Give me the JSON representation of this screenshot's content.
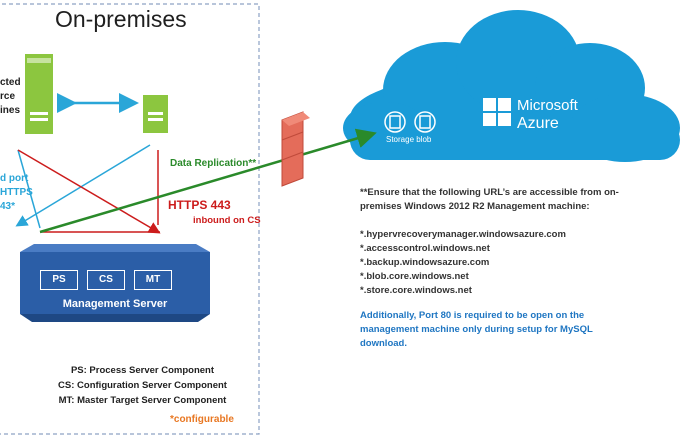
{
  "title": "On-premises",
  "source_label": [
    "cted",
    "rce",
    "ines"
  ],
  "port_label": [
    "d port",
    "HTTPS",
    "43*"
  ],
  "data_replication": "Data Replication**",
  "https_label": "HTTPS 443",
  "inbound_label": "inbound on CS",
  "components": [
    "PS",
    "CS",
    "MT"
  ],
  "management_server": "Management Server",
  "legend": [
    "PS: Process Server Component",
    "CS: Configuration Server Component",
    "MT: Master Target Server Component"
  ],
  "configurable": "*configurable",
  "azure": {
    "brand_line1": "Microsoft",
    "brand_line2": "Azure",
    "storage_label": "Storage blob"
  },
  "notes": {
    "intro": [
      "**Ensure that the following URL’s are accessible from on-",
      "premises Windows 2012 R2 Management machine:"
    ],
    "urls": [
      "*.hypervrecoverymanager.windowsazure.com",
      "*.accesscontrol.windows.net",
      "*.backup.windowsazure.com",
      "*.blob.core.windows.net",
      "*.store.core.windows.net"
    ],
    "port80": [
      "Additionally, Port 80 is required to be open on the",
      "management machine only during setup for MySQL",
      "download."
    ]
  },
  "colors": {
    "cloud": "#1a9bd7",
    "server_green": "#8cc63f",
    "mgmt_blue": "#2b5ea7",
    "arrow_blue": "#2aa6d8",
    "arrow_red": "#cc1c1c",
    "arrow_green": "#2a8a2a",
    "firewall": "#e46c5a"
  }
}
